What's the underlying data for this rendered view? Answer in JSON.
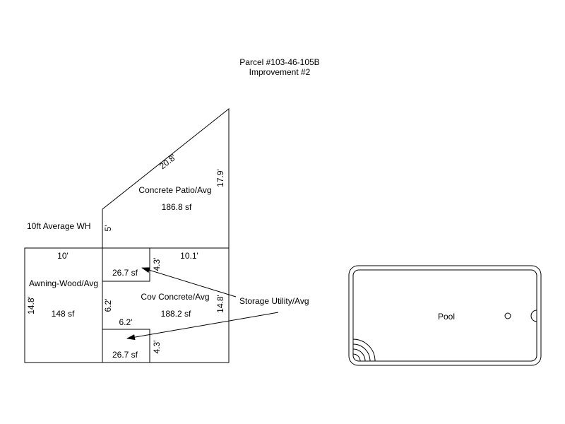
{
  "header": {
    "parcel": "Parcel #103-46-105B",
    "improvement": "Improvement #2"
  },
  "patio": {
    "name": "Concrete Patio/Avg",
    "area": "186.8 sf",
    "dim_slope": "20.8'",
    "dim_right": "17.9'",
    "dim_left": "5'"
  },
  "awning": {
    "name": "Awning-Wood/Avg",
    "area": "148 sf",
    "dim_top": "10'",
    "dim_left": "14.8'"
  },
  "cov_concrete": {
    "name": "Cov Concrete/Avg",
    "area": "188.2 sf",
    "dim_top": "10.1'",
    "dim_right": "14.8'",
    "dim_left": "6.2'"
  },
  "storage_top": {
    "area": "26.7 sf",
    "dim_side": "4.3'"
  },
  "storage_bottom": {
    "area": "26.7 sf",
    "dim_top": "6.2'",
    "dim_side": "4.3'"
  },
  "callouts": {
    "wh": "10ft Average WH",
    "storage": "Storage Utility/Avg"
  },
  "pool": {
    "name": "Pool"
  }
}
